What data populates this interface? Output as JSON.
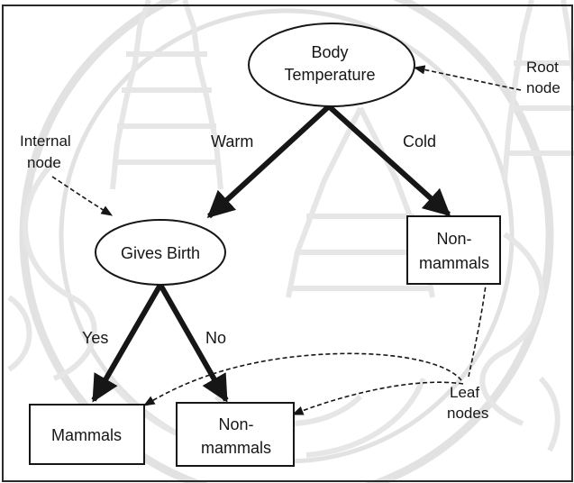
{
  "diagram": {
    "nodes": {
      "root": {
        "line1": "Body",
        "line2": "Temperature"
      },
      "gives_birth": {
        "label": "Gives Birth"
      },
      "non_mammals_right": {
        "line1": "Non-",
        "line2": "mammals"
      },
      "mammals": {
        "label": "Mammals"
      },
      "non_mammals_bottom": {
        "line1": "Non-",
        "line2": "mammals"
      }
    },
    "edges": {
      "warm": "Warm",
      "cold": "Cold",
      "yes": "Yes",
      "no": "No"
    },
    "annotations": {
      "root_node": {
        "line1": "Root",
        "line2": "node"
      },
      "internal_node": {
        "line1": "Internal",
        "line2": "node"
      },
      "leaf_nodes": {
        "line1": "Leaf",
        "line2": "nodes"
      }
    }
  },
  "colors": {
    "ink": "#161616",
    "watermark": "#e4e4e4",
    "border": "#2a2a2a"
  }
}
